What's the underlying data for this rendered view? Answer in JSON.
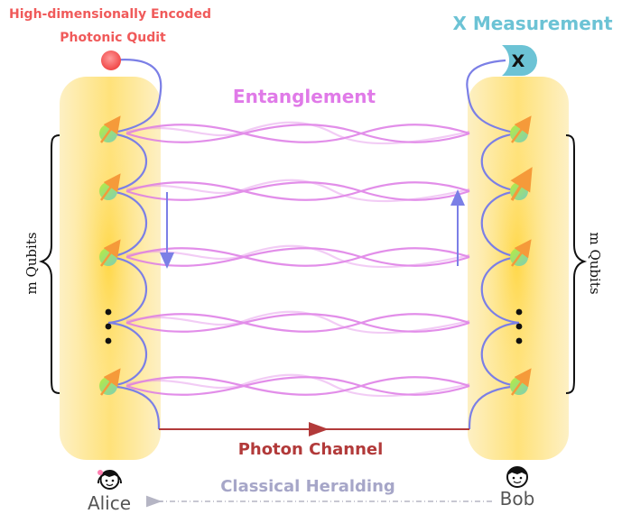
{
  "labels": {
    "qudit_line1": "High-dimensionally Encoded",
    "qudit_line2": "Photonic Qudit",
    "x_measurement": "X Measurement",
    "x_symbol": "X",
    "entanglement": "Entanglement",
    "photon_channel": "Photon Channel",
    "classical_heralding": "Classical Heralding",
    "alice": "Alice",
    "bob": "Bob",
    "m_qubits_left": "m Qubits",
    "m_qubits_right": "m Qubits",
    "dots": "•••"
  },
  "colors": {
    "qudit_text": "#f05a5a",
    "x_measurement_text": "#6cc3d5",
    "entanglement_text": "#e07ae8",
    "photon_channel_text": "#b23a3a",
    "heralding_text": "#a6a6c8",
    "wire": "#7b7fe6",
    "channel_line": "#b23a3a",
    "panel_fill": "#fde7a0",
    "panel_core": "#ffd84a"
  }
}
